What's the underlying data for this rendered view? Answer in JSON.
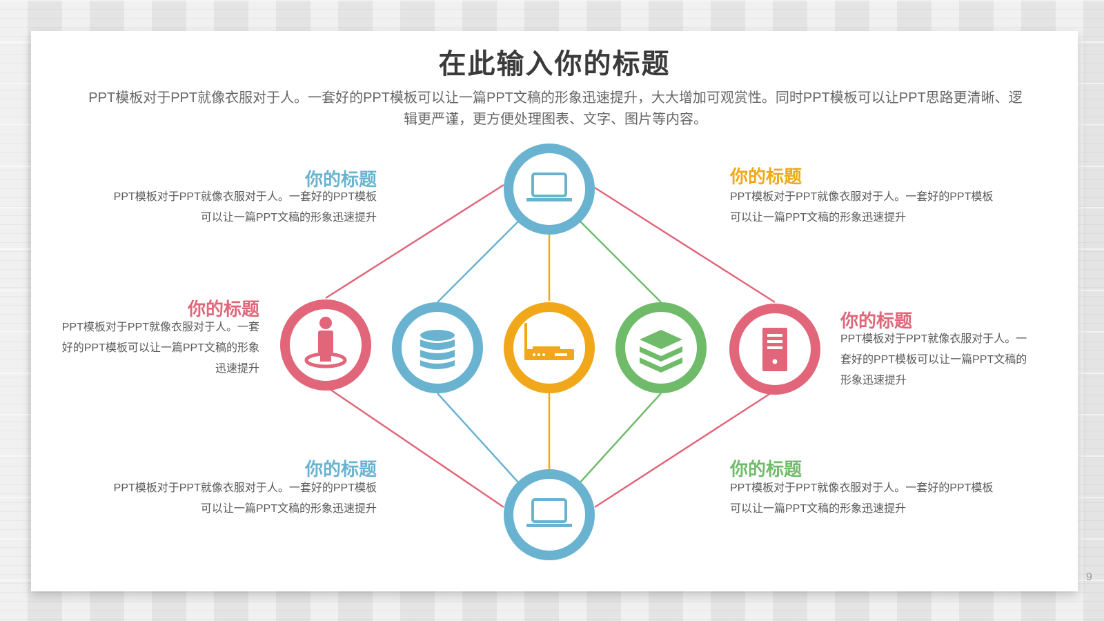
{
  "header": {
    "title": "在此输入你的标题",
    "intro_line1": "PPT模板对于PPT就像衣服对于人。一套好的PPT模板可以让一篇PPT文稿的形象迅速提升，大大增加可观赏性。同时PPT模板可以让PPT思路更清晰、逻",
    "intro_line2": "辑更严谨，更方便处理图表、文字、图片等内容。"
  },
  "colors": {
    "blue": "#69b3d1",
    "pink": "#e1667a",
    "orange": "#f0a81a",
    "green": "#6fbb6a"
  },
  "nodes": {
    "top": {
      "icon": "laptop-icon",
      "color": "#69b3d1"
    },
    "bottom": {
      "icon": "laptop-icon",
      "color": "#69b3d1"
    },
    "left": {
      "icon": "person-icon",
      "color": "#e1667a"
    },
    "right": {
      "icon": "server-tower-icon",
      "color": "#e1667a"
    },
    "inner_left": {
      "icon": "database-icon",
      "color": "#69b3d1"
    },
    "center": {
      "icon": "router-icon",
      "color": "#f0a81a"
    },
    "inner_right": {
      "icon": "layers-icon",
      "color": "#6fbb6a"
    }
  },
  "labels": {
    "top_left": {
      "title": "你的标题",
      "line1": "PPT模板对于PPT就像衣服对于人。一套好的PPT模板",
      "line2": "可以让一篇PPT文稿的形象迅速提升"
    },
    "top_right": {
      "title": "你的标题",
      "line1": "PPT模板对于PPT就像衣服对于人。一套好的PPT模板",
      "line2": "可以让一篇PPT文稿的形象迅速提升"
    },
    "mid_left": {
      "title": "你的标题",
      "line1": "PPT模板对于PPT就像衣服对于人。一套",
      "line2": "好的PPT模板可以让一篇PPT文稿的形象",
      "line3": "迅速提升"
    },
    "mid_right": {
      "title": "你的标题",
      "line1": "PPT模板对于PPT就像衣服对于人。一",
      "line2": "套好的PPT模板可以让一篇PPT文稿的",
      "line3": "形象迅速提升"
    },
    "bottom_left": {
      "title": "你的标题",
      "line1": "PPT模板对于PPT就像衣服对于人。一套好的PPT模板",
      "line2": "可以让一篇PPT文稿的形象迅速提升"
    },
    "bottom_right": {
      "title": "你的标题",
      "line1": "PPT模板对于PPT就像衣服对于人。一套好的PPT模板",
      "line2": "可以让一篇PPT文稿的形象迅速提升"
    }
  },
  "footer": {
    "page_number": "9"
  }
}
